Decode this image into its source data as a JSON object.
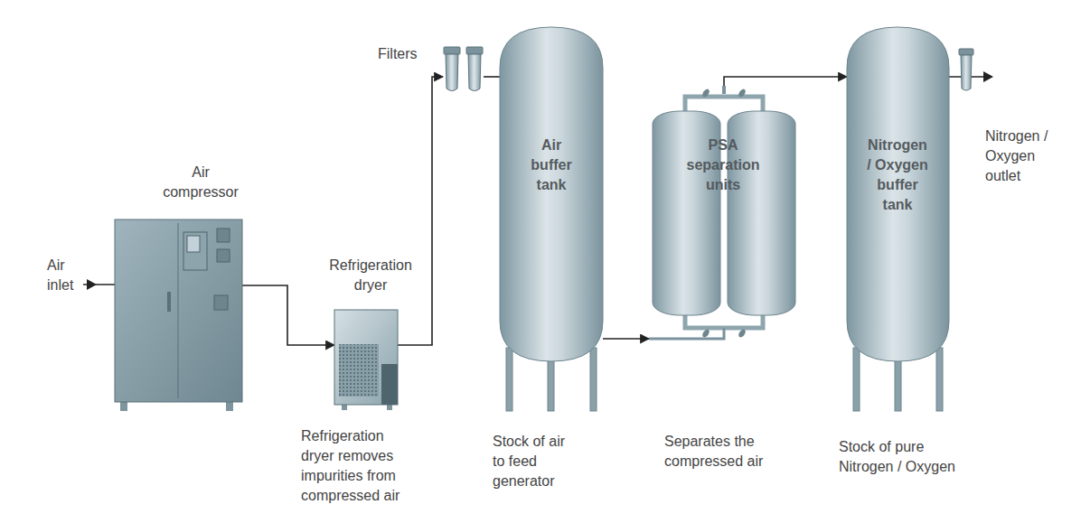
{
  "diagram": {
    "nodes": [
      {
        "text": [
          "Air compressor"
        ]
      },
      {
        "text": [
          "Refrigeration dryer",
          "Refrigeration dryer removes impurities from compressed air"
        ]
      },
      {
        "text": [
          "Filters"
        ]
      },
      {
        "text": [
          "Air buffer tank",
          "Stock of air to feed generator"
        ]
      },
      {
        "text": [
          "PSA separation units",
          "Separates the compressed air"
        ]
      },
      {
        "text": [
          "Nitrogen / Oxygen buffer tank",
          "Stock of pure Nitrogen / Oxygen"
        ]
      }
    ],
    "edges": [
      {
        "from": 0,
        "to": 1,
        "arrow": "to"
      },
      {
        "from": 1,
        "to": 2,
        "arrow": "to"
      },
      {
        "from": 2,
        "to": 3,
        "arrow": "none"
      },
      {
        "from": 3,
        "to": 4,
        "arrow": "to"
      },
      {
        "from": 4,
        "to": 5,
        "arrow": "to"
      }
    ],
    "labels": [
      "Air inlet",
      "Nitrogen / Oxygen outlet"
    ]
  }
}
